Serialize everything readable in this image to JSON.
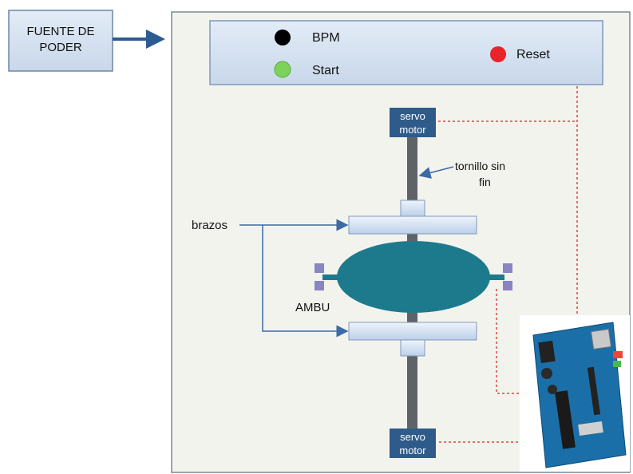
{
  "power_source": {
    "line1": "FUENTE DE",
    "line2": "PODER"
  },
  "control_panel": {
    "bpm_label": "BPM",
    "start_label": "Start",
    "reset_label": "Reset",
    "bpm_color": "#000000",
    "start_color": "#7dd35a",
    "reset_color": "#e8232a"
  },
  "servo_top": {
    "line1": "servo",
    "line2": "motor"
  },
  "servo_bottom": {
    "line1": "servo",
    "line2": "motor"
  },
  "screw_label": {
    "line1": "tornillo sin",
    "line2": "fin"
  },
  "arms_label": "brazos",
  "ambu_label": "AMBU",
  "colors": {
    "panel_fill": "#d7e3f1",
    "outer_frame_fill": "#f3f3ee",
    "servo_fill": "#2e5b8a",
    "screw_fill": "#5f6368",
    "ambu_fill": "#1d7a8c",
    "wire_color": "#e0453a",
    "arrow_color": "#3b6aa4",
    "clamp_color": "#8a84c2"
  }
}
